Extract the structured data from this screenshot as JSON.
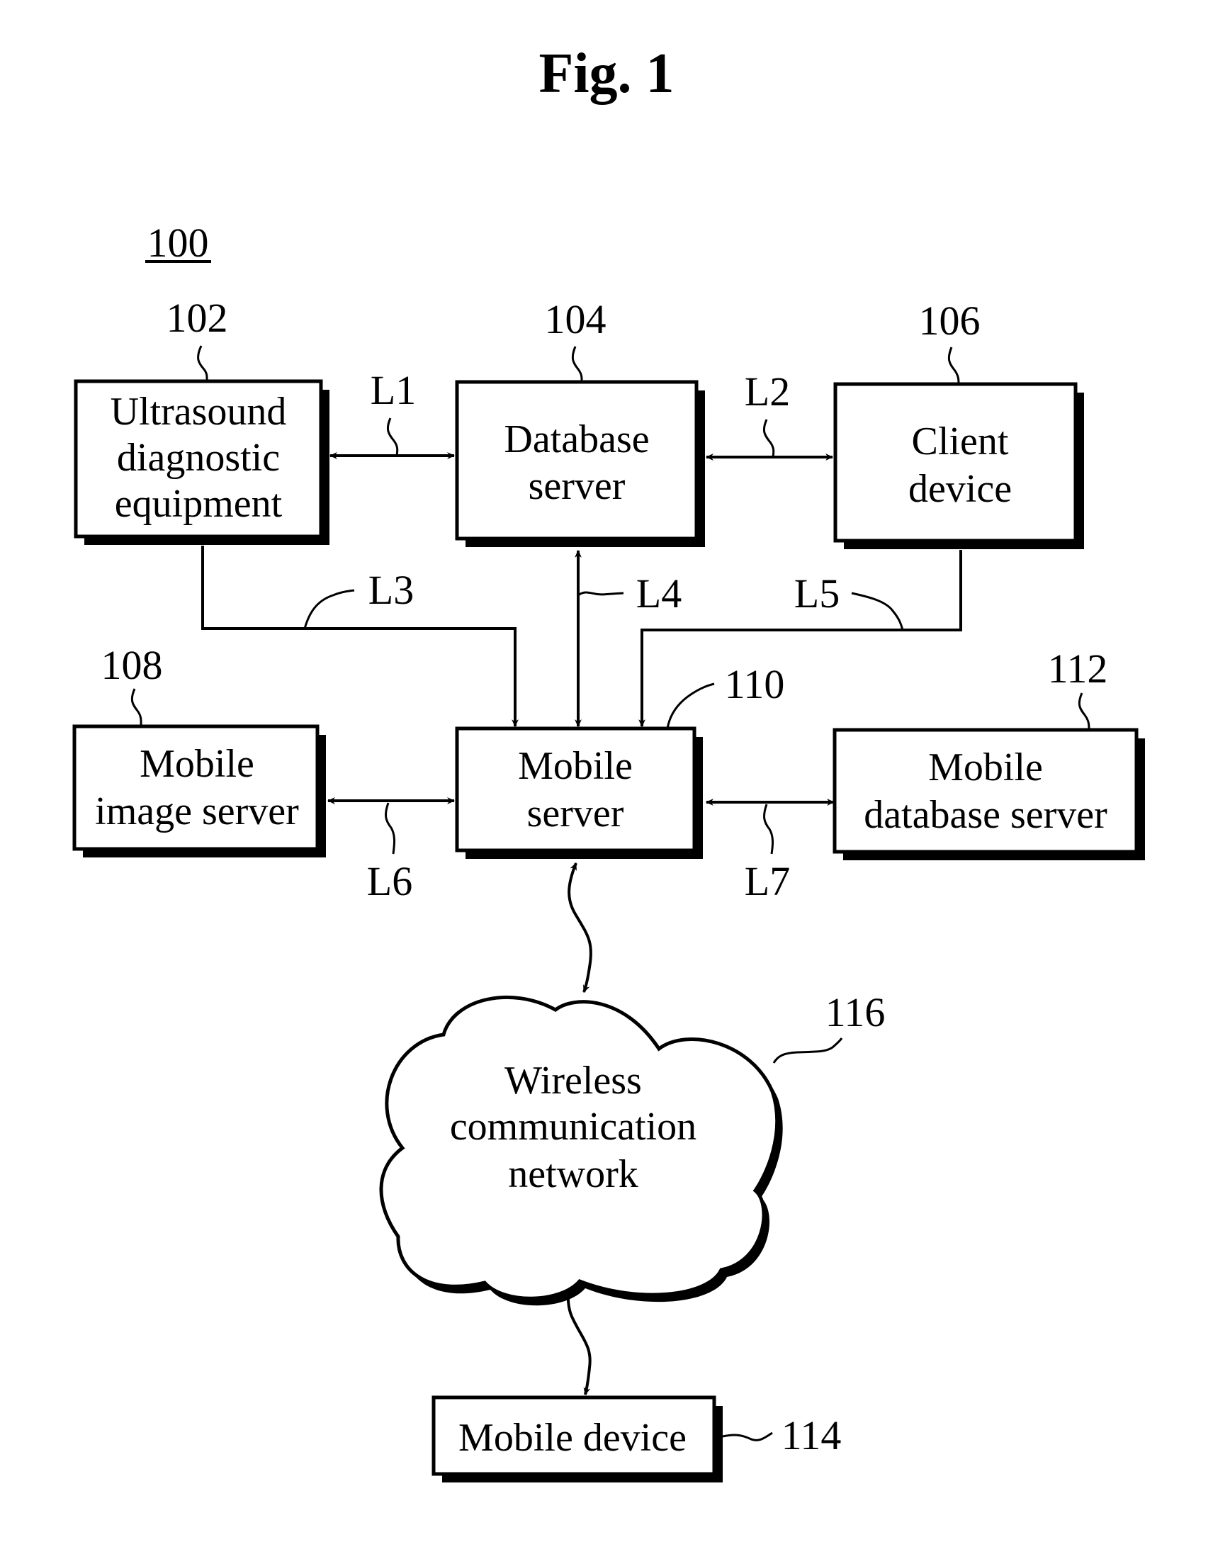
{
  "figure": {
    "title": "Fig. 1",
    "system_ref": "100"
  },
  "nodes": {
    "ultrasound": {
      "ref": "102",
      "lines": [
        "Ultrasound",
        "diagnostic",
        "equipment"
      ]
    },
    "database_server": {
      "ref": "104",
      "lines": [
        "Database",
        "server"
      ]
    },
    "client_device": {
      "ref": "106",
      "lines": [
        "Client",
        "device"
      ]
    },
    "mobile_image_server": {
      "ref": "108",
      "lines": [
        "Mobile",
        "image server"
      ]
    },
    "mobile_server": {
      "ref": "110",
      "lines": [
        "Mobile",
        "server"
      ]
    },
    "mobile_database_server": {
      "ref": "112",
      "lines": [
        "Mobile",
        "database server"
      ]
    },
    "mobile_device": {
      "ref": "114",
      "lines": [
        "Mobile device"
      ]
    },
    "wireless_network": {
      "ref": "116",
      "lines": [
        "Wireless",
        "communication",
        "network"
      ]
    }
  },
  "links": {
    "L1": {
      "label": "L1",
      "from": "Ultrasound diagnostic equipment",
      "to": "Database server",
      "direction": "bidirectional"
    },
    "L2": {
      "label": "L2",
      "from": "Database server",
      "to": "Client device",
      "direction": "bidirectional"
    },
    "L3": {
      "label": "L3",
      "from": "Ultrasound diagnostic equipment",
      "to": "Mobile server",
      "direction": "one-way"
    },
    "L4": {
      "label": "L4",
      "from": "Mobile server",
      "to": "Database server",
      "direction": "bidirectional"
    },
    "L5": {
      "label": "L5",
      "from": "Client device",
      "to": "Mobile server",
      "direction": "one-way"
    },
    "L6": {
      "label": "L6",
      "from": "Mobile image server",
      "to": "Mobile server",
      "direction": "bidirectional"
    },
    "L7": {
      "label": "L7",
      "from": "Mobile server",
      "to": "Mobile database server",
      "direction": "bidirectional"
    }
  }
}
